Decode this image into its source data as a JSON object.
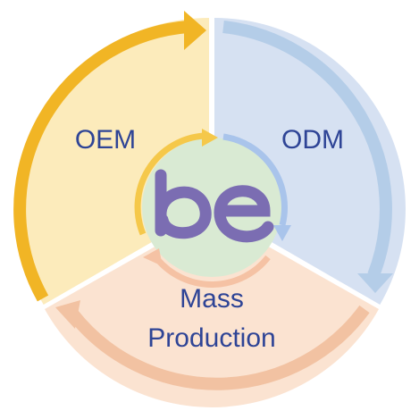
{
  "segments": [
    {
      "id": "oem",
      "label": "OEM",
      "fill": "#FCEBBB",
      "arrow": "#F1B525",
      "text_color": "#2E4496"
    },
    {
      "id": "odm",
      "label": "ODM",
      "fill": "#D6E1F2",
      "arrow": "#B4CDE8",
      "text_color": "#2E4496"
    },
    {
      "id": "mass-production",
      "label_line1": "Mass",
      "label_line2": "Production",
      "fill": "#FBE3D1",
      "arrow": "#F2C2A2",
      "text_color": "#2E4496"
    }
  ],
  "logo": {
    "name": "be-logo",
    "text": "be",
    "color": "#7B6DB2",
    "circle_fill": "#D9EAD3"
  },
  "inner_arrows": {
    "yellow": "#F5C84A",
    "blue": "#A9C4EB",
    "peach": "#F5C2A4"
  }
}
